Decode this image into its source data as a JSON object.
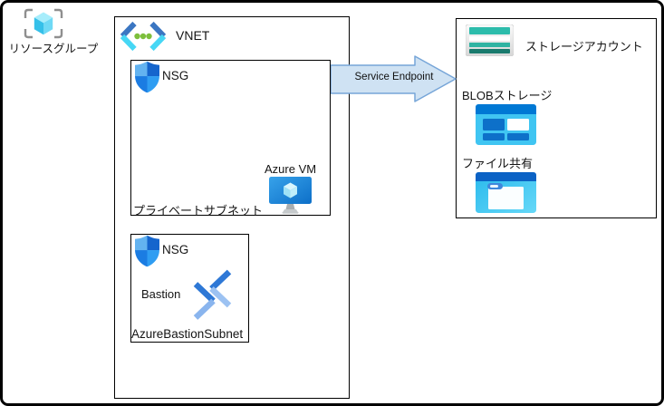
{
  "diagram": {
    "resource_group": {
      "label": "リソースグループ"
    },
    "vnet": {
      "label": "VNET"
    },
    "private_subnet": {
      "nsg_label": "NSG",
      "vm_label": "Azure VM",
      "name": "プライベートサブネット"
    },
    "bastion_subnet": {
      "nsg_label": "NSG",
      "bastion_label": "Bastion",
      "name": "AzureBastionSubnet"
    },
    "connection": {
      "label": "Service Endpoint"
    },
    "storage": {
      "account_label": "ストレージアカウント",
      "blob_label": "BLOBストレージ",
      "file_share_label": "ファイル共有"
    }
  },
  "icons": {
    "resource-group-icon": "azure-resource-group-cube-in-brackets",
    "vnet-icon": "azure-virtual-network-chevrons-with-dots",
    "nsg-icon": "azure-network-security-group-shield",
    "vm-icon": "azure-virtual-machine-monitor-cube",
    "bastion-icon": "azure-bastion-double-chevron",
    "storage-account-icon": "azure-storage-account-bars",
    "blob-icon": "azure-blob-storage-blocks",
    "file-share-icon": "azure-file-share-folder"
  },
  "colors": {
    "outline": "#000000",
    "arrow_fill": "#cfe2f3",
    "arrow_stroke": "#76a5d8",
    "azure_blue": "#0078d4",
    "block_blue": "#0d70c9",
    "cyan_body": "#40c5f2",
    "teal": "#2dbcab",
    "teal_dark": "#1a7b6e",
    "shield_light": "#63b3f0",
    "shield_dark": "#1565cd",
    "vnet_chevron_dark": "#3b76c2",
    "vnet_chevron_cyan": "#46d7f5",
    "vnet_dot_green": "#7dbf3c",
    "bastion_dark": "#2e78d6",
    "bastion_light": "#8ab5ee",
    "bracket_gray": "#8f8f8f"
  }
}
